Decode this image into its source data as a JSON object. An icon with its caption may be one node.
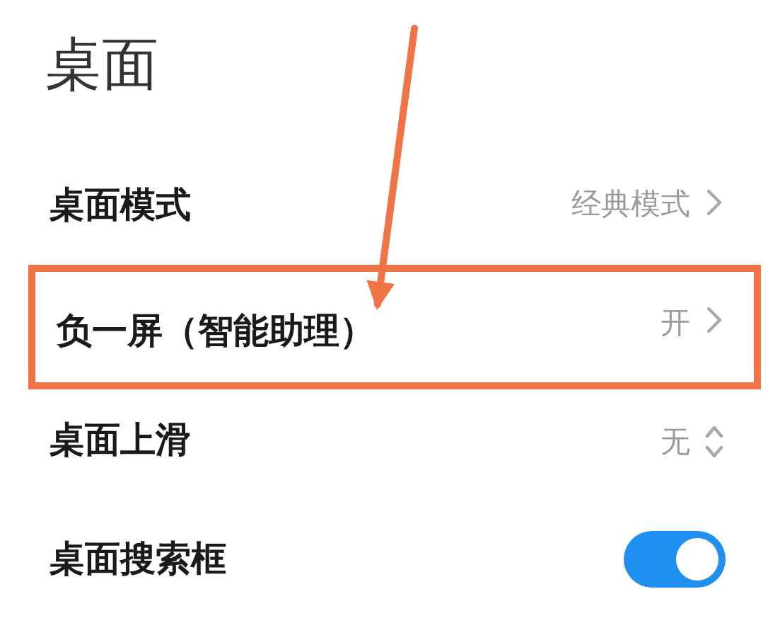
{
  "diagram": {
    "title": "桌面",
    "nodes": [
      {
        "text": [],
        "shape": "box"
      },
      {
        "text": [
          "负一屏（智能助理）"
        ],
        "in": 0
      }
    ],
    "edges": [
      {
        "from": null,
        "to": 1,
        "arrow": "to"
      }
    ],
    "labels": [
      "桌面模式",
      "经典模式",
      "开",
      "桌面上滑",
      "无",
      "桌面搜索框"
    ]
  }
}
